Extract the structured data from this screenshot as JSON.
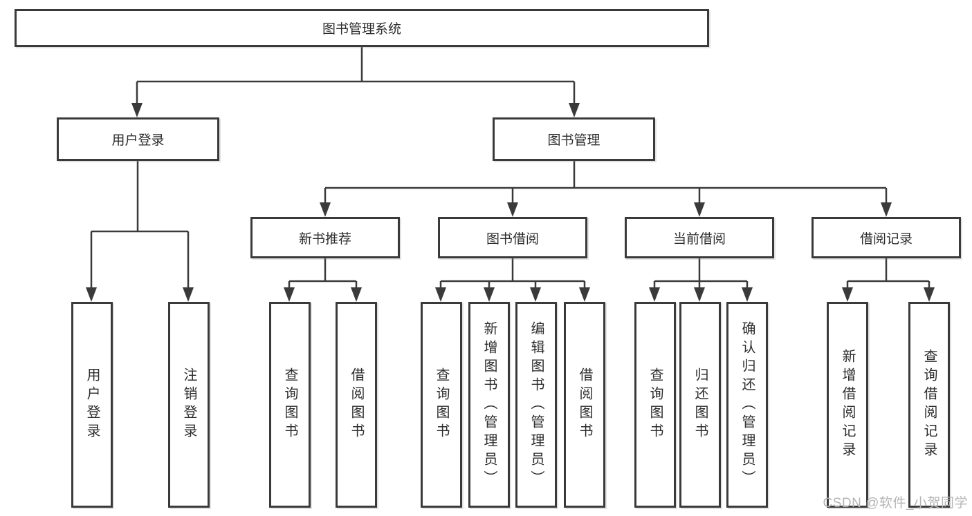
{
  "diagram": {
    "type": "hierarchy-tree",
    "tree": {
      "root": {
        "label": "图书管理系统"
      },
      "level1": [
        {
          "label": "用户登录",
          "children": [
            {
              "label": "用户登录"
            },
            {
              "label": "注销登录"
            }
          ]
        },
        {
          "label": "图书管理"
        }
      ],
      "level2": [
        {
          "label": "新书推荐",
          "children": [
            {
              "label": "查询图书"
            },
            {
              "label": "借阅图书"
            }
          ]
        },
        {
          "label": "图书借阅",
          "children": [
            {
              "label": "查询图书"
            },
            {
              "label": "新增图书（管理员）"
            },
            {
              "label": "编辑图书（管理员）"
            },
            {
              "label": "借阅图书"
            }
          ]
        },
        {
          "label": "当前借阅",
          "children": [
            {
              "label": "查询图书"
            },
            {
              "label": "归还图书"
            },
            {
              "label": "确认归还（管理员）"
            }
          ]
        },
        {
          "label": "借阅记录",
          "children": [
            {
              "label": "新增借阅记录"
            },
            {
              "label": "查询借阅记录"
            }
          ]
        }
      ]
    },
    "colors": {
      "line": "#3a3a3a",
      "box_border": "#3a3a3a",
      "text": "#2d2d2d",
      "background": "#ffffff",
      "watermark": "#b4b4b4"
    }
  },
  "watermark": {
    "text": "CSDN @软件_小贺同学"
  }
}
